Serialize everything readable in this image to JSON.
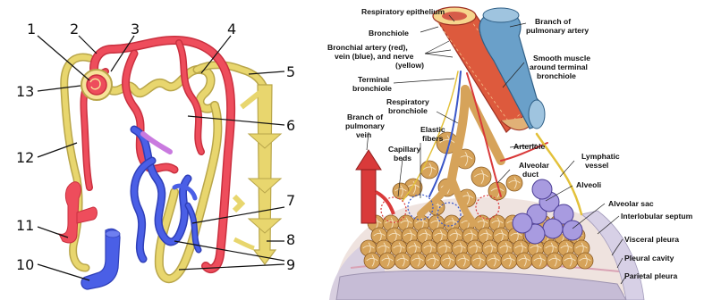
{
  "palette": {
    "artery": "#ee4d5c",
    "artery_dark": "#c9303f",
    "vein": "#4a5fe6",
    "vein_dark": "#2f3fb8",
    "tubule": "#e8d66e",
    "tubule_dark": "#b9a64a",
    "alveolus": "#d6a35a",
    "pleura": "#cbb6c9"
  },
  "nephron": {
    "numbers": [
      "1",
      "2",
      "3",
      "4",
      "5",
      "6",
      "7",
      "8",
      "9",
      "10",
      "11",
      "12",
      "13"
    ]
  },
  "lung": {
    "labels": {
      "respiratory_epithelium": "Respiratory epithelium",
      "bronchiole": "Bronchiole",
      "branch_pulmonary_artery_1": "Branch of",
      "branch_pulmonary_artery_2": "pulmonary artery",
      "bronchial_1": "Bronchial artery (red),",
      "bronchial_2": "vein (blue), and nerve",
      "bronchial_3": "(yellow)",
      "smooth_muscle_1": "Smooth muscle",
      "smooth_muscle_2": "around terminal",
      "smooth_muscle_3": "bronchiole",
      "terminal_1": "Terminal",
      "terminal_2": "bronchiole",
      "respiratory_bronchiole_1": "Respiratory",
      "respiratory_bronchiole_2": "bronchiole",
      "pulmonary_vein_1": "Branch of",
      "pulmonary_vein_2": "pulmonary",
      "pulmonary_vein_3": "vein",
      "elastic_1": "Elastic",
      "elastic_2": "fibers",
      "capillary_1": "Capillary",
      "capillary_2": "beds",
      "arteriole": "Arteriole",
      "lymphatic_1": "Lymphatic",
      "lymphatic_2": "vessel",
      "alveolar_duct_1": "Alveolar",
      "alveolar_duct_2": "duct",
      "alveoli": "Alveoli",
      "alveolar_sac": "Alveolar sac",
      "interlobular_septum": "Interlobular septum",
      "visceral_pleura": "Visceral pleura",
      "pleural_cavity": "Pleural cavity",
      "parietal_pleura": "Parietal pleura"
    }
  }
}
